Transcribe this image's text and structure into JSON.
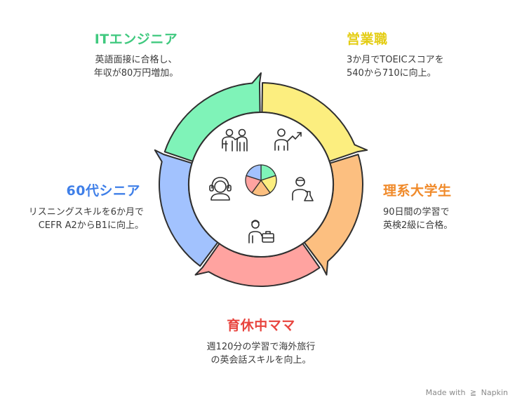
{
  "colors": {
    "green": "#7ff3b8",
    "yellow": "#fcee7f",
    "orange": "#fcbf80",
    "red": "#ffa3a0",
    "blue": "#a2c2fe",
    "outline": "#2f2f2f"
  },
  "segments": [
    {
      "key": "it",
      "title": "ITエンジニア",
      "title_color": "#40c97f",
      "desc": "英語面接に合格し、\n年収が80万円増加。"
    },
    {
      "key": "sales",
      "title": "営業職",
      "title_color": "#e4cd14",
      "desc": "3か月でTOEICスコアを\n540から710に向上。"
    },
    {
      "key": "student",
      "title": "理系大学生",
      "title_color": "#f08a2a",
      "desc": "90日間の学習で\n英検2級に合格。"
    },
    {
      "key": "mom",
      "title": "育休中ママ",
      "title_color": "#e8453f",
      "desc": "週120分の学習で海外旅行\nの英会話スキルを向上。"
    },
    {
      "key": "senior",
      "title": "60代シニア",
      "title_color": "#3f7fe8",
      "desc": "リスニングスキルを6か月で\nCEFR A2からB1に向上。"
    }
  ],
  "icons": [
    "presenter-icon",
    "growth-person-icon",
    "scientist-icon",
    "businessperson-icon",
    "headset-person-icon"
  ],
  "footer": {
    "made_with": "Made with",
    "brand": "Napkin"
  }
}
